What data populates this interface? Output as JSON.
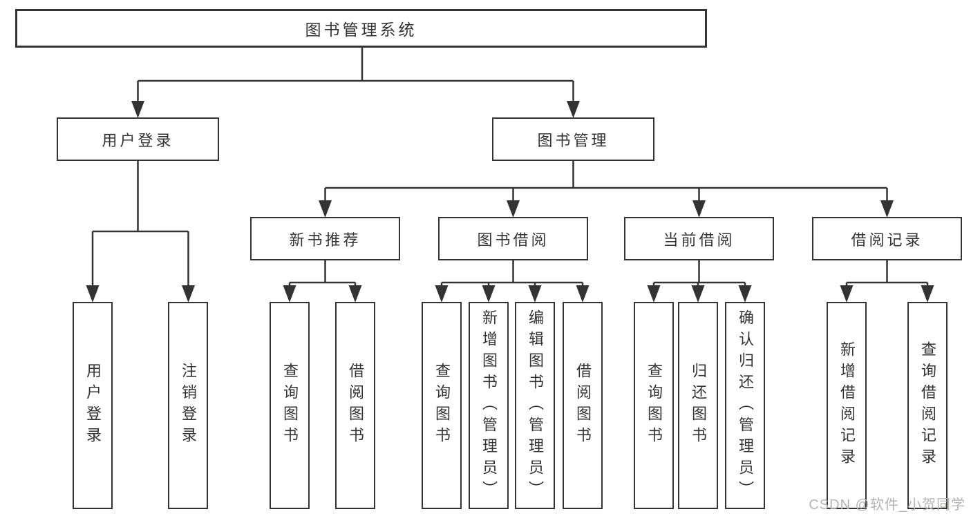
{
  "colors": {
    "line": "#333333",
    "text": "#333333",
    "bg": "#ffffff",
    "watermark": "#b6b3b3"
  },
  "watermark": {
    "text": "CSDN @软件_小贺同学"
  },
  "tree": {
    "label": "图书管理系统",
    "children": [
      {
        "label": "用户登录",
        "children": [
          {
            "label": "用户登录"
          },
          {
            "label": "注销登录"
          }
        ]
      },
      {
        "label": "图书管理",
        "children": [
          {
            "label": "新书推荐",
            "children": [
              {
                "label": "查询图书"
              },
              {
                "label": "借阅图书"
              }
            ]
          },
          {
            "label": "图书借阅",
            "children": [
              {
                "label": "查询图书"
              },
              {
                "label": "新增图书（管理员）"
              },
              {
                "label": "编辑图书（管理员）"
              },
              {
                "label": "借阅图书"
              }
            ]
          },
          {
            "label": "当前借阅",
            "children": [
              {
                "label": "查询图书"
              },
              {
                "label": "归还图书"
              },
              {
                "label": "确认归还（管理员）"
              }
            ]
          },
          {
            "label": "借阅记录",
            "children": [
              {
                "label": "新增借阅记录"
              },
              {
                "label": "查询借阅记录"
              }
            ]
          }
        ]
      }
    ]
  }
}
